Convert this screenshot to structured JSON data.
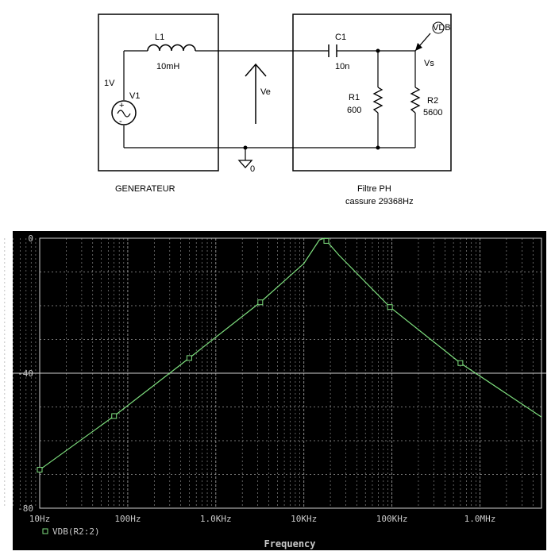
{
  "schematic": {
    "generator_label": "GENERATEUR",
    "filter_label": "Filtre PH",
    "cutoff_label": "cassure 29368Hz",
    "source": {
      "name": "V1",
      "value": "1V"
    },
    "inductor": {
      "name": "L1",
      "value": "10mH"
    },
    "capacitor": {
      "name": "C1",
      "value": "10n"
    },
    "resistor1": {
      "name": "R1",
      "value": "600"
    },
    "resistor2": {
      "name": "R2",
      "value": "5600"
    },
    "input_label": "Ve",
    "output_label": "Vs",
    "ground_label": "0",
    "probe_label": "VDB"
  },
  "chart_data": {
    "type": "line",
    "title": "",
    "xlabel": "Frequency",
    "ylabel": "",
    "xscale": "log",
    "xlim": [
      10,
      5000000
    ],
    "ylim": [
      -80,
      0
    ],
    "x_ticks": [
      10,
      100,
      1000,
      10000,
      100000,
      1000000
    ],
    "x_tick_labels": [
      "10Hz",
      "100Hz",
      "1.0KHz",
      "10KHz",
      "100KHz",
      "1.0MHz"
    ],
    "y_ticks": [
      0,
      -40,
      -80
    ],
    "y_tick_labels": [
      "0",
      "-40",
      "-80"
    ],
    "grid": true,
    "background": "#000000",
    "grid_color": "#9a9a9a",
    "line_color": "#7fe07f",
    "text_color": "#c8c8c8",
    "legend": "bottom-left",
    "series": [
      {
        "name": "VDB(R2:2)",
        "x": [
          10,
          70,
          500,
          3200,
          10000,
          15000,
          17000,
          25000,
          95000,
          600000,
          5000000
        ],
        "y": [
          -68.6,
          -52.7,
          -35.5,
          -19.0,
          -7.5,
          -0.5,
          0,
          -5.0,
          -20.4,
          -37.0,
          -53.0
        ],
        "markers_x": [
          10,
          70,
          500,
          3200,
          18000,
          95000,
          600000
        ],
        "markers_y": [
          -68.6,
          -52.7,
          -35.5,
          -19.0,
          -0.8,
          -20.4,
          -37.0
        ]
      }
    ]
  }
}
